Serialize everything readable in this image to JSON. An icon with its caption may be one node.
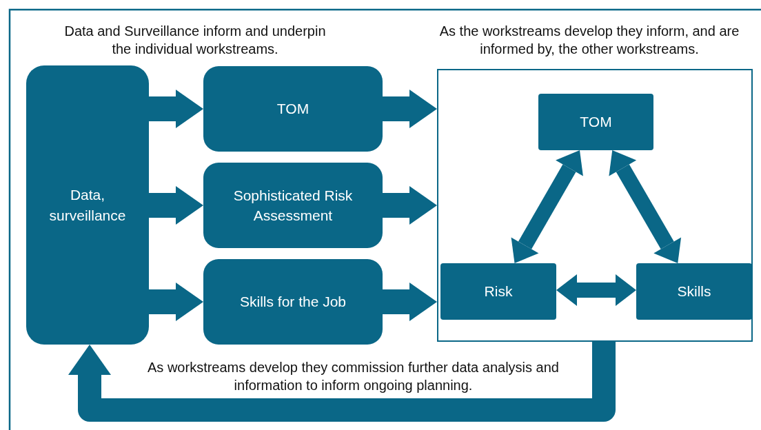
{
  "diagram": {
    "nodes": [
      {
        "text": [
          "Data, surveillance"
        ]
      },
      {
        "text": [
          "TOM"
        ]
      },
      {
        "text": [
          "Sophisticated Risk Assessment"
        ]
      },
      {
        "text": [
          "Skills for the Job"
        ]
      },
      {
        "text": [],
        "shape": "box"
      },
      {
        "text": [
          "TOM"
        ],
        "in": 4
      },
      {
        "text": [
          "Risk"
        ],
        "in": 4
      },
      {
        "text": [
          "Skills"
        ],
        "in": 4
      }
    ],
    "edges": [
      {
        "from": 0,
        "to": 1,
        "arrow": "to"
      },
      {
        "from": 0,
        "to": 2,
        "arrow": "to"
      },
      {
        "from": 0,
        "to": 3,
        "arrow": "to"
      },
      {
        "from": 1,
        "to": 4,
        "arrow": "to"
      },
      {
        "from": 2,
        "to": 4,
        "arrow": "to"
      },
      {
        "from": 3,
        "to": 4,
        "arrow": "to"
      },
      {
        "from": 5,
        "to": 6,
        "arrow": "both"
      },
      {
        "from": 5,
        "to": 7,
        "arrow": "both"
      },
      {
        "from": 6,
        "to": 7,
        "arrow": "both"
      },
      {
        "from": 4,
        "to": 0,
        "arrow": "to"
      }
    ],
    "labels": [
      "Data and Surveillance inform and underpin the individual workstreams.",
      "As the workstreams develop they inform, and are informed by, the other workstreams.",
      "As workstreams develop they commission further data analysis and information to inform ongoing planning."
    ]
  }
}
